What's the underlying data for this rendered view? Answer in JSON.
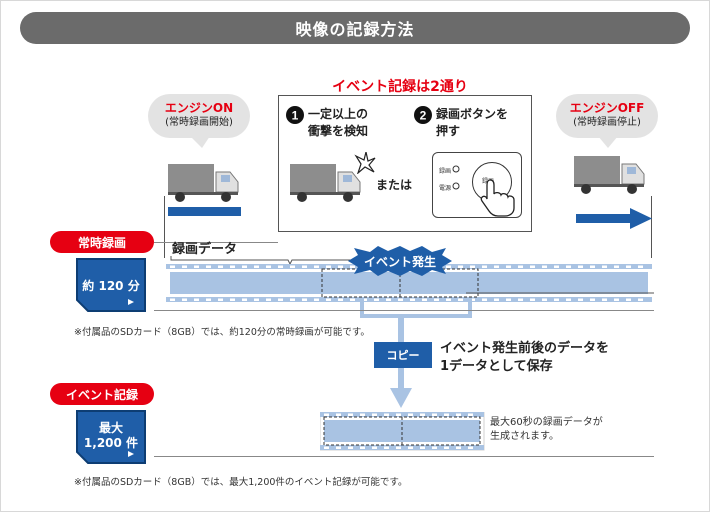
{
  "title": "映像の記録方法",
  "engine_on": {
    "label": "エンジンON",
    "sub": "(常時録画開始)"
  },
  "engine_off": {
    "label": "エンジンOFF",
    "sub": "(常時録画停止)"
  },
  "event_title": "イベント記録は2通り",
  "method1": {
    "num": "1",
    "line1": "一定以上の",
    "line2": "衝撃を検知"
  },
  "method2": {
    "num": "2",
    "line1": "録画ボタンを",
    "line2": "押す"
  },
  "or_text": "または",
  "panel": {
    "rec": "録画",
    "power": "電源",
    "button": "録画"
  },
  "constant_badge": "常時録画",
  "recording_data_label": "録画データ",
  "event_burst": "イベント発生",
  "sd1": {
    "text": "約 120 分"
  },
  "note1": "※付属品のSDカード（8GB）では、約120分の常時録画が可能です。",
  "copy_label": "コピー",
  "copy_desc": {
    "line1": "イベント発生前後のデータを",
    "line2": "1データとして保存"
  },
  "event_badge": "イベント記録",
  "sd2": {
    "line1": "最大",
    "line2": "1,200 件"
  },
  "max_note": {
    "line1": "最大60秒の録画データが",
    "line2": "生成されます。"
  },
  "note2": "※付属品のSDカード（8GB）では、最大1,200件のイベント記録が可能です。",
  "colors": {
    "red": "#e60012",
    "blue": "#1f5ea8",
    "gray_bar": "#6b6b6b",
    "stripe": "#a9c3e3"
  }
}
